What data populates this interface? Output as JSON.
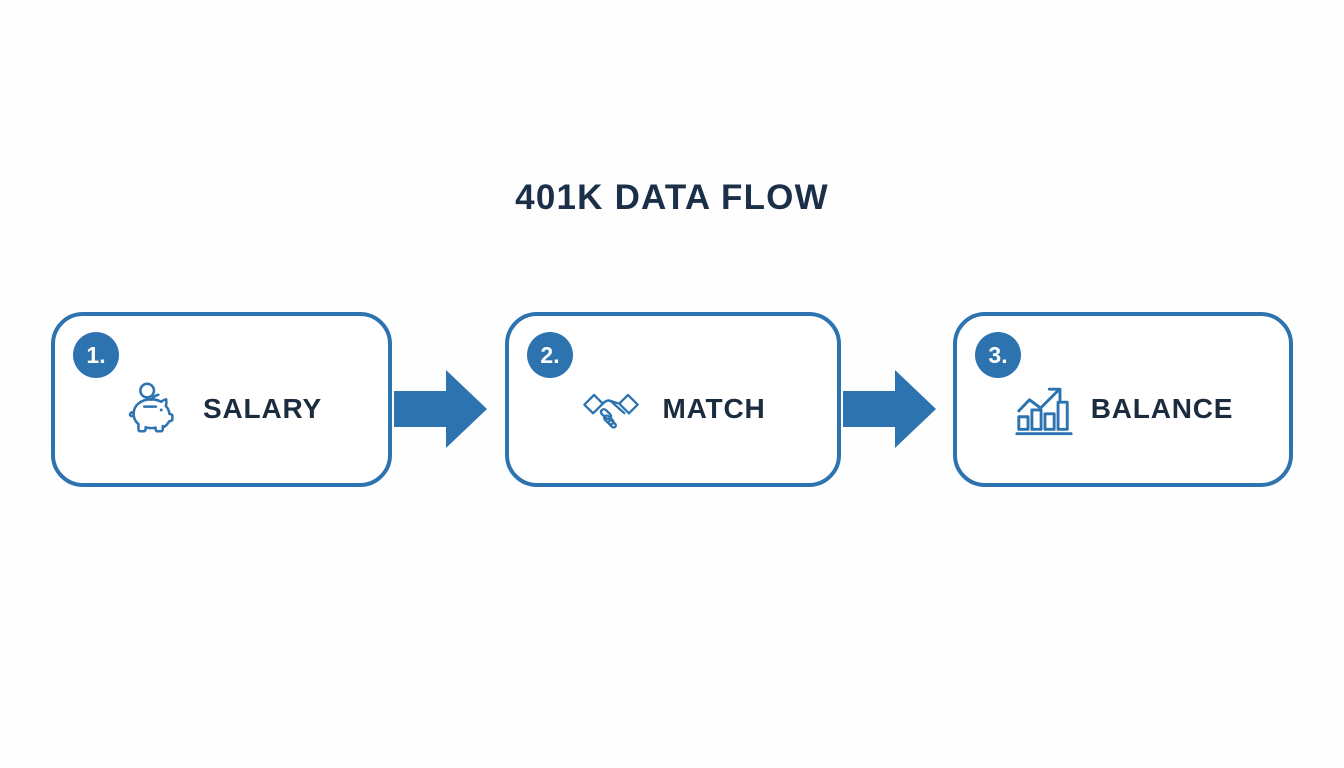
{
  "page": {
    "title": "401K DATA FLOW",
    "background_color": "#fdfdfd",
    "accent_color": "#2c73b0",
    "title_color": "#1b3048",
    "label_color": "#1b2c3f"
  },
  "flow": {
    "steps": [
      {
        "badge": "1.",
        "label": "SALARY",
        "icon": "piggy-bank-icon"
      },
      {
        "badge": "2.",
        "label": "MATCH",
        "icon": "handshake-icon"
      },
      {
        "badge": "3.",
        "label": "BALANCE",
        "icon": "growth-bar-chart-icon"
      }
    ],
    "connectors": [
      {
        "name": "arrow-right-icon",
        "from": "SALARY",
        "to": "MATCH"
      },
      {
        "name": "arrow-right-icon",
        "from": "MATCH",
        "to": "BALANCE"
      }
    ]
  }
}
